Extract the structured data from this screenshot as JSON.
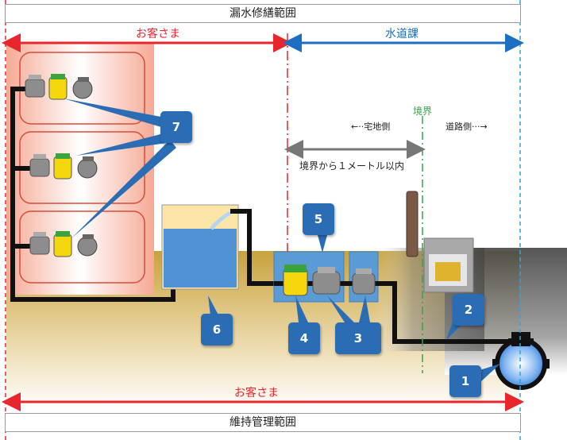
{
  "title_top": "漏水修繕範囲",
  "title_bottom": "維持管理範囲",
  "customer_label": "お客さま",
  "bureau_label": "水道課",
  "customer_label_bottom": "お客さま",
  "boundary_label": "境界",
  "house_side_label": "←··宅地側",
  "road_side_label": "道路側···→",
  "within_label": "境界から１メートル以内",
  "badges": [
    "7",
    "5",
    "6",
    "4",
    "3",
    "2",
    "1"
  ],
  "colors": {
    "customer_red": "#e8262e",
    "bureau_blue": "#1c6fc2",
    "boundary_green": "#3aa24a",
    "badge_blue": "#2a6db5",
    "ground_top": "#c9a23e",
    "road_gray": "#5a5a5a"
  },
  "icons": [
    "water-meter-icon",
    "stop-valve-icon",
    "faucet-icon",
    "water-main-pipe-icon",
    "water-tank-icon",
    "meter-box-icon"
  ]
}
